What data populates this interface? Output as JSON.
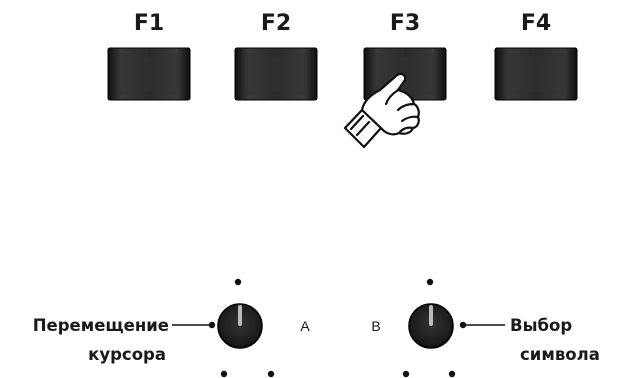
{
  "function_keys": [
    {
      "label": "F1",
      "pressed": false
    },
    {
      "label": "F2",
      "pressed": false
    },
    {
      "label": "F3",
      "pressed": true
    },
    {
      "label": "F4",
      "pressed": false
    }
  ],
  "knobs": [
    {
      "id": "a",
      "letter": "A",
      "callout_lines": [
        "Перемещение",
        "курсора"
      ]
    },
    {
      "id": "b",
      "letter": "B",
      "callout_lines": [
        "Выбор",
        "символа"
      ]
    }
  ],
  "icons": {
    "press_indicator": "pointing-hand-icon"
  },
  "colors": {
    "key_face": "#2b2b2b",
    "text": "#1a1a1a",
    "knob_body": "#1c1c1c",
    "hand_outline": "#111111"
  }
}
